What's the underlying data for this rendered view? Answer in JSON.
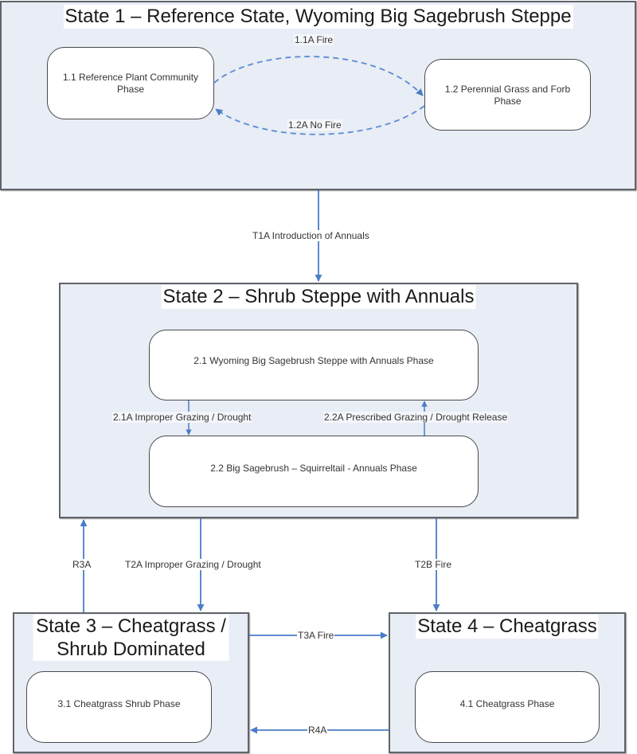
{
  "colors": {
    "state_fill": "#e8edf6",
    "state_border": "#606368",
    "arrow": "#4a7cc7",
    "phase_fill": "#ffffff"
  },
  "states": [
    {
      "id": "state-1",
      "title": "State 1 – Reference State, Wyoming Big Sagebrush Steppe",
      "phases": [
        {
          "id": "1.1",
          "label_line1": "1.1 Reference Plant Community",
          "label_line2": "Phase"
        },
        {
          "id": "1.2",
          "label_line1": "1.2 Perennial Grass and Forb",
          "label_line2": "Phase"
        }
      ],
      "pathways": [
        {
          "label": "1.1A  Fire",
          "from": "1.1",
          "to": "1.2",
          "style": "dashed"
        },
        {
          "label": "1.2A  No Fire",
          "from": "1.2",
          "to": "1.1",
          "style": "dashed"
        }
      ]
    },
    {
      "id": "state-2",
      "title": "State 2 – Shrub Steppe with Annuals",
      "phases": [
        {
          "id": "2.1",
          "label": "2.1 Wyoming Big Sagebrush Steppe with Annuals Phase"
        },
        {
          "id": "2.2",
          "label": "2.2 Big Sagebrush – Squirreltail - Annuals Phase"
        }
      ],
      "pathways": [
        {
          "label": "2.1A Improper Grazing / Drought",
          "from": "2.1",
          "to": "2.2"
        },
        {
          "label": "2.2A Prescribed Grazing / Drought Release",
          "from": "2.2",
          "to": "2.1"
        }
      ]
    },
    {
      "id": "state-3",
      "title_line1": "State 3 – Cheatgrass /",
      "title_line2": "Shrub Dominated",
      "phases": [
        {
          "id": "3.1",
          "label": "3.1 Cheatgrass Shrub Phase"
        }
      ]
    },
    {
      "id": "state-4",
      "title": "State 4 – Cheatgrass",
      "phases": [
        {
          "id": "4.1",
          "label": "4.1 Cheatgrass Phase"
        }
      ]
    }
  ],
  "transitions": [
    {
      "label": "T1A  Introduction of Annuals",
      "from": "State 1",
      "to": "State 2"
    },
    {
      "label": "T2A  Improper Grazing / Drought",
      "from": "State 2",
      "to": "State 3"
    },
    {
      "label": "T2B  Fire",
      "from": "State 2",
      "to": "State 4"
    },
    {
      "label": "R3A",
      "from": "State 3",
      "to": "State 2"
    },
    {
      "label": "T3A Fire",
      "from": "State 3",
      "to": "State 4"
    },
    {
      "label": "R4A",
      "from": "State 4",
      "to": "State 3"
    }
  ]
}
